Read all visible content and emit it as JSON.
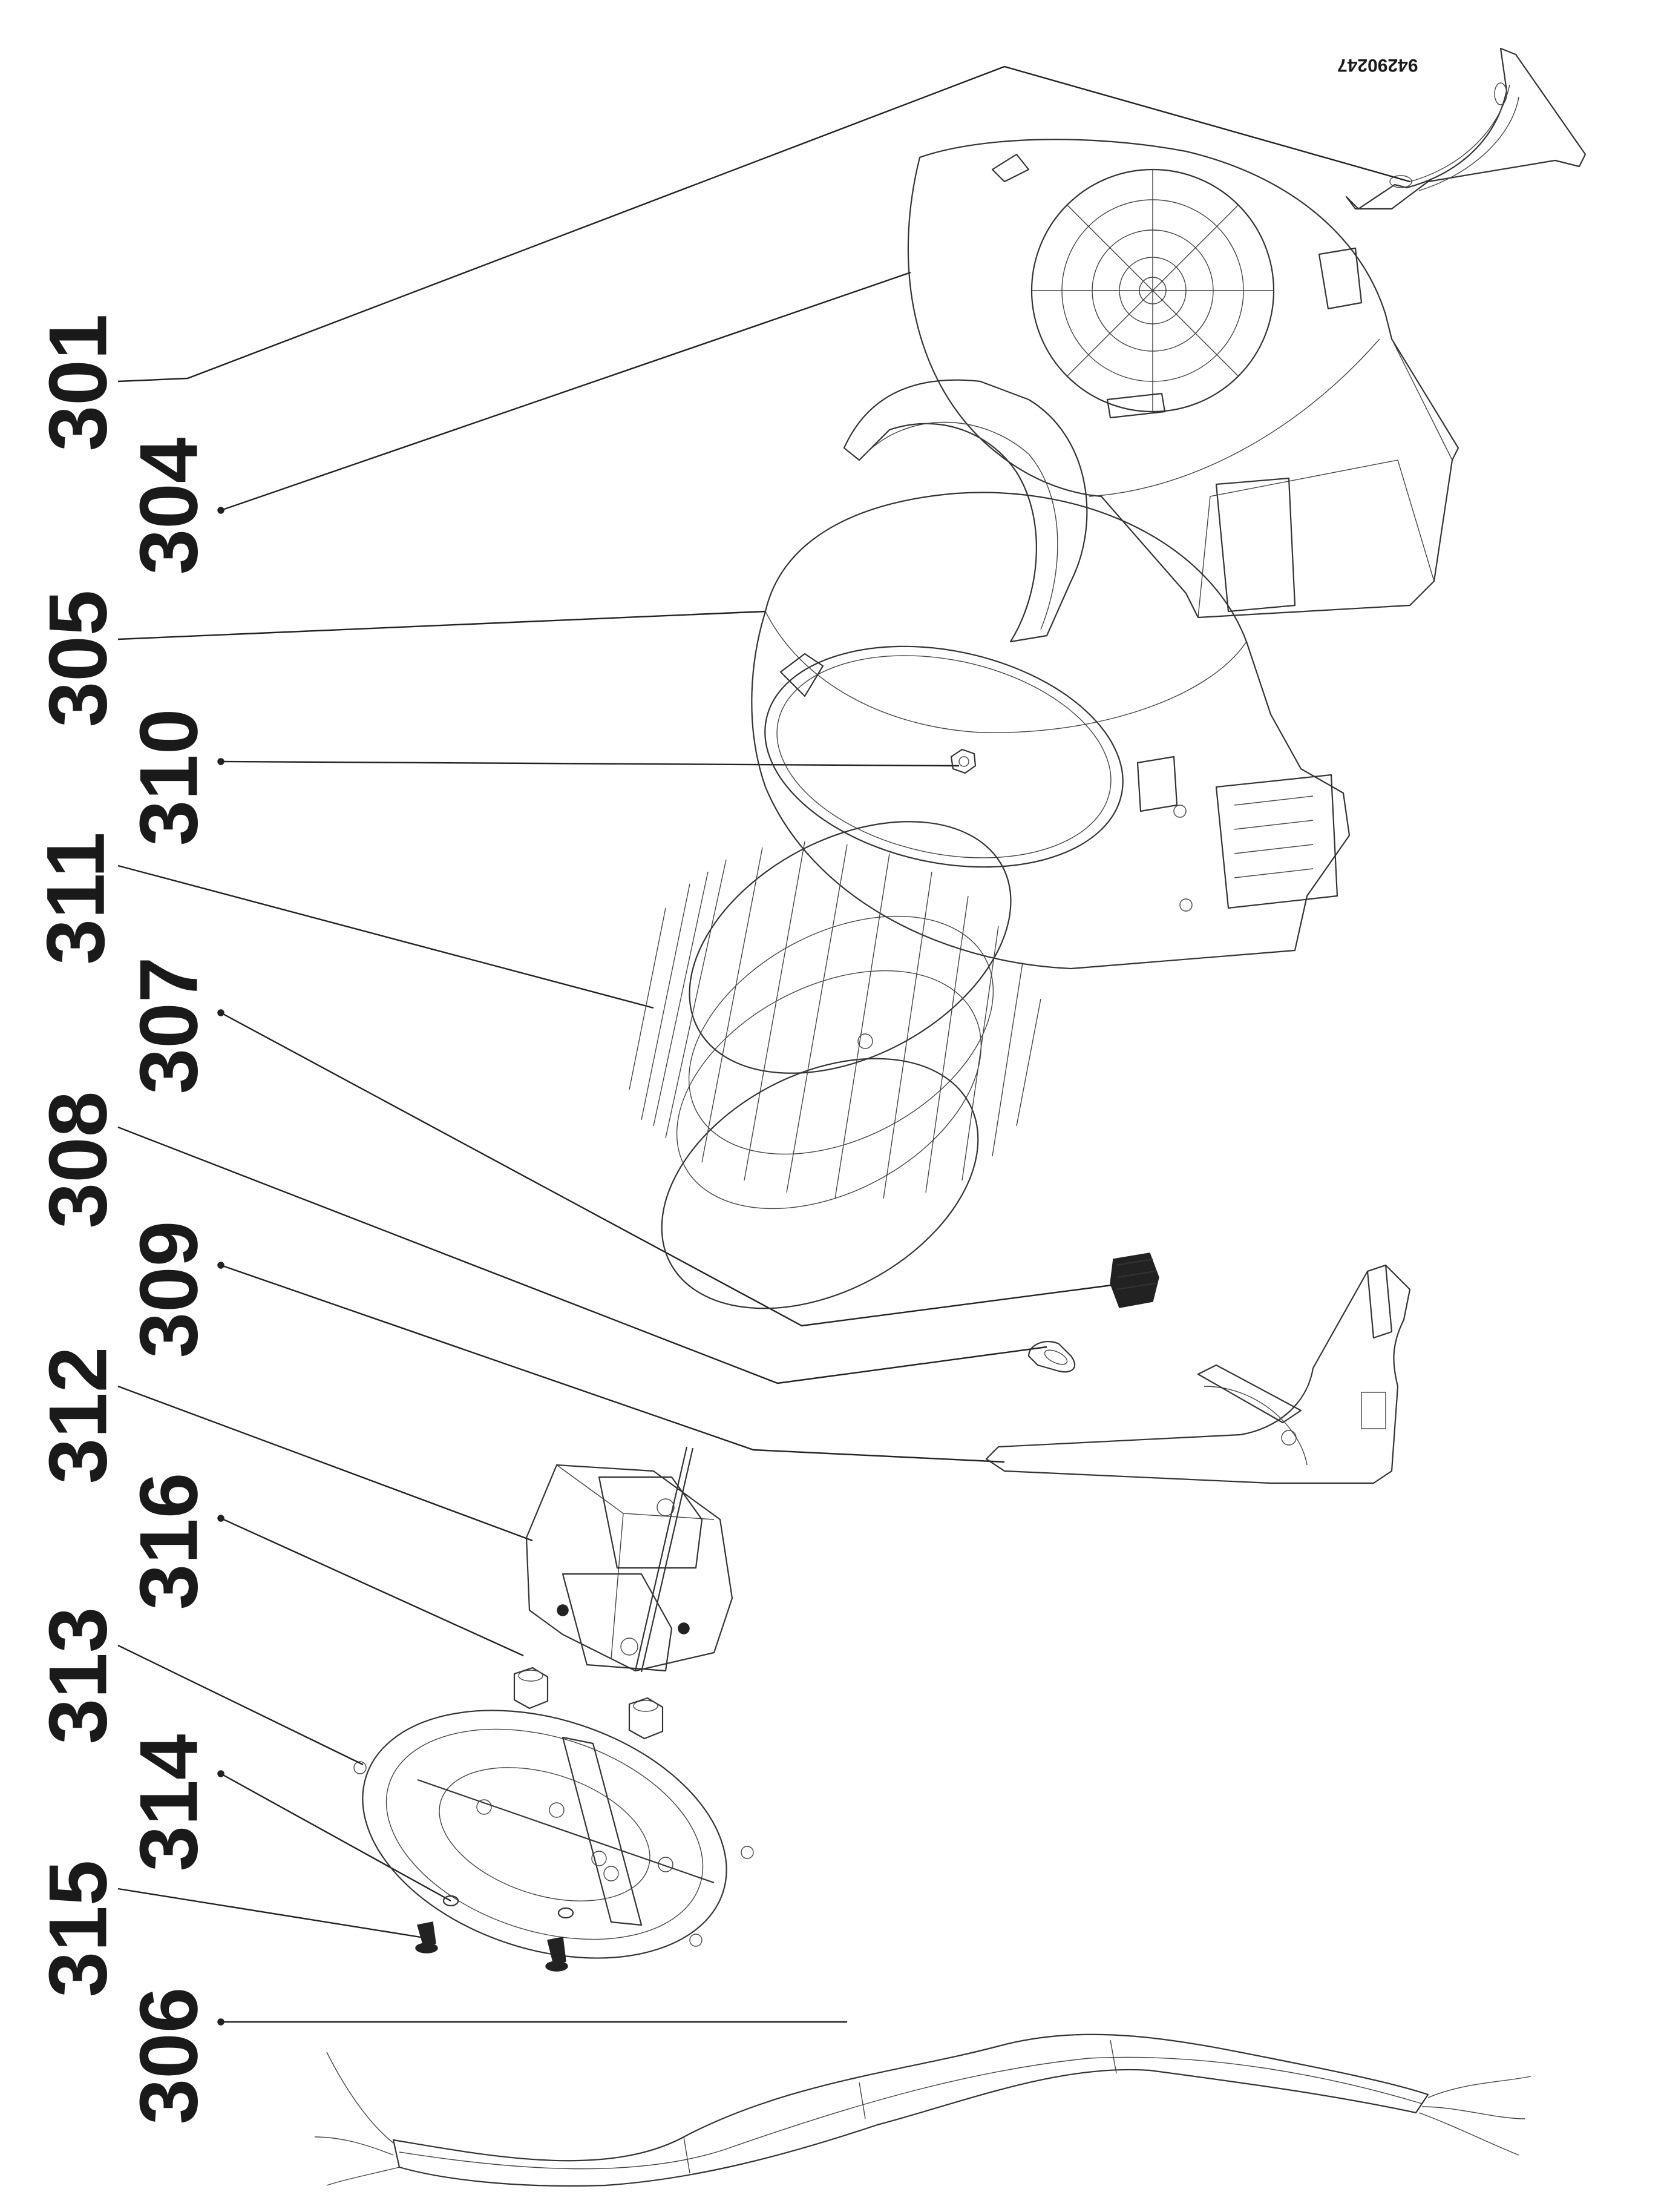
{
  "document_number": "94290247",
  "callouts": [
    {
      "id": "301",
      "label": "301"
    },
    {
      "id": "304",
      "label": "304"
    },
    {
      "id": "305",
      "label": "305"
    },
    {
      "id": "310",
      "label": "310"
    },
    {
      "id": "311",
      "label": "311"
    },
    {
      "id": "307",
      "label": "307"
    },
    {
      "id": "308",
      "label": "308"
    },
    {
      "id": "309",
      "label": "309"
    },
    {
      "id": "312",
      "label": "312"
    },
    {
      "id": "316",
      "label": "316"
    },
    {
      "id": "313",
      "label": "313"
    },
    {
      "id": "314",
      "label": "314"
    },
    {
      "id": "315",
      "label": "315"
    },
    {
      "id": "306",
      "label": "306"
    }
  ]
}
